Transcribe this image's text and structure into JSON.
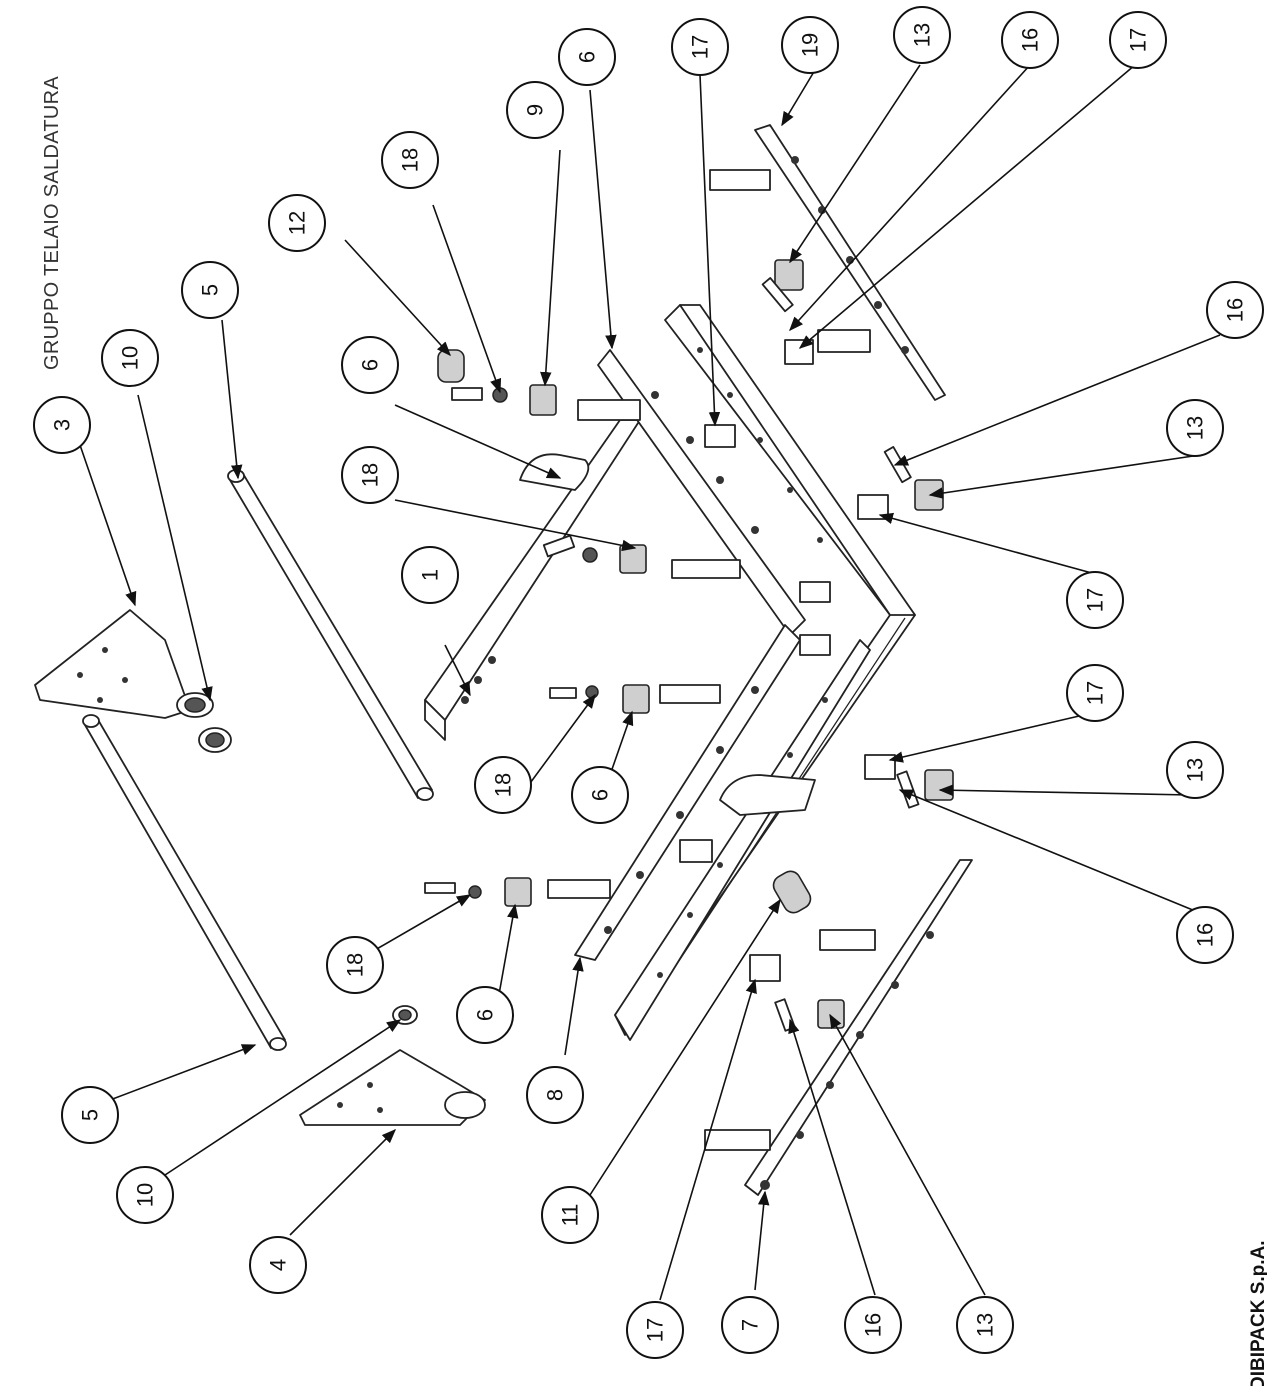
{
  "drawing": {
    "title": "GRUPPO TELAIO SALDATURA",
    "manufacturer_partial": "DIBIPACK S.p.A."
  },
  "balloons": [
    "3",
    "10",
    "5",
    "12",
    "18",
    "9",
    "6",
    "17",
    "19",
    "13",
    "16",
    "17",
    "6",
    "18",
    "1",
    "16",
    "13",
    "17",
    "17",
    "13",
    "16",
    "6",
    "18",
    "6",
    "18",
    "5",
    "10",
    "4",
    "8",
    "11",
    "17",
    "7",
    "16",
    "13"
  ]
}
